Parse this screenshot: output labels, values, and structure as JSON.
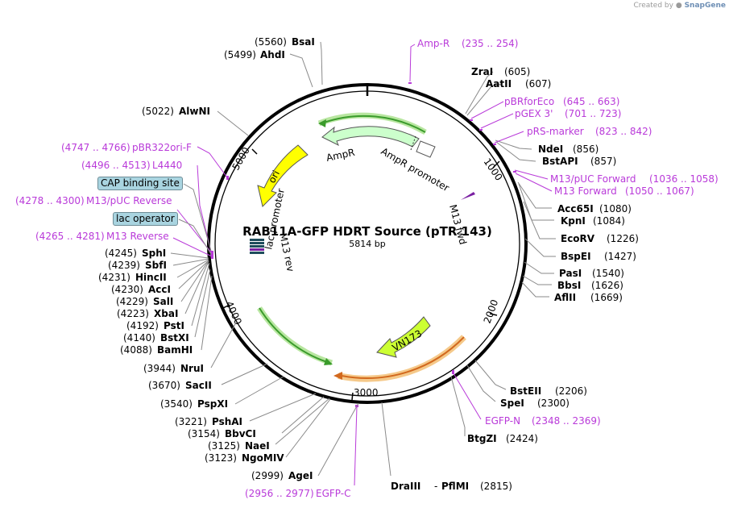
{
  "header": {
    "created_by": "Created by",
    "brand": "SnapGene"
  },
  "plasmid": {
    "name": "RAB11A-GFP HDRT Source (pTR 143)",
    "size": "5814 bp"
  },
  "ticks": [
    "1000",
    "2000",
    "3000",
    "4000",
    "5000"
  ],
  "enzymes": [
    {
      "name": "BsaI",
      "pos": "(5560)"
    },
    {
      "name": "AhdI",
      "pos": "(5499)"
    },
    {
      "name": "AlwNI",
      "pos": "(5022)"
    },
    {
      "name": "ZraI",
      "pos": "(605)"
    },
    {
      "name": "AatII",
      "pos": "(607)"
    },
    {
      "name": "NdeI",
      "pos": "(856)"
    },
    {
      "name": "BstAPI",
      "pos": "(857)"
    },
    {
      "name": "Acc65I",
      "pos": "(1080)"
    },
    {
      "name": "KpnI",
      "pos": "(1084)"
    },
    {
      "name": "EcoRV",
      "pos": "(1226)"
    },
    {
      "name": "BspEI",
      "pos": "(1427)"
    },
    {
      "name": "PasI",
      "pos": "(1540)"
    },
    {
      "name": "BbsI",
      "pos": "(1626)"
    },
    {
      "name": "AflII",
      "pos": "(1669)"
    },
    {
      "name": "BstEII",
      "pos": "(2206)"
    },
    {
      "name": "SpeI",
      "pos": "(2300)"
    },
    {
      "name": "BtgZI",
      "pos": "(2424)"
    },
    {
      "name": "DraIII",
      "pos": ""
    },
    {
      "name": "PflMI",
      "pos": "(2815)"
    },
    {
      "name": "SphI",
      "pos": "(4245)"
    },
    {
      "name": "SbfI",
      "pos": "(4239)"
    },
    {
      "name": "HincII",
      "pos": "(4231)"
    },
    {
      "name": "AccI",
      "pos": "(4230)"
    },
    {
      "name": "SalI",
      "pos": "(4229)"
    },
    {
      "name": "XbaI",
      "pos": "(4223)"
    },
    {
      "name": "PstI",
      "pos": "(4192)"
    },
    {
      "name": "BstXI",
      "pos": "(4140)"
    },
    {
      "name": "BamHI",
      "pos": "(4088)"
    },
    {
      "name": "NruI",
      "pos": "(3944)"
    },
    {
      "name": "SacII",
      "pos": "(3670)"
    },
    {
      "name": "PspXI",
      "pos": "(3540)"
    },
    {
      "name": "PshAI",
      "pos": "(3221)"
    },
    {
      "name": "BbvCI",
      "pos": "(3154)"
    },
    {
      "name": "NaeI",
      "pos": "(3125)"
    },
    {
      "name": "NgoMIV",
      "pos": "(3123)"
    },
    {
      "name": "AgeI",
      "pos": "(2999)"
    }
  ],
  "primers": [
    {
      "name": "Amp-R",
      "range": "(235 .. 254)"
    },
    {
      "name": "pBRforEco",
      "range": "(645 .. 663)"
    },
    {
      "name": "pGEX 3'",
      "range": "(701 .. 723)"
    },
    {
      "name": "pRS-marker",
      "range": "(823 .. 842)"
    },
    {
      "name": "M13/pUC Forward",
      "range": "(1036 .. 1058)"
    },
    {
      "name": "M13 Forward",
      "range": "(1050 .. 1067)"
    },
    {
      "name": "EGFP-N",
      "range": "(2348 .. 2369)"
    },
    {
      "name": "EGFP-C",
      "range": "(2956 .. 2977)"
    },
    {
      "name": "pBR322ori-F",
      "range": "(4747 .. 4766)"
    },
    {
      "name": "L4440",
      "range": "(4496 .. 4513)"
    },
    {
      "name": "M13/pUC Reverse",
      "range": "(4278 .. 4300)"
    },
    {
      "name": "M13 Reverse",
      "range": "(4265 .. 4281)"
    }
  ],
  "boxed_features": [
    {
      "name": "CAP binding site"
    },
    {
      "name": "lac operator"
    }
  ],
  "inner_features": {
    "ori": "ori",
    "ampr": "AmpR",
    "ampr_promoter": "AmpR promoter",
    "m13_fwd": "M13 fwd",
    "lac_promoter": "lac promoter",
    "m13_rev": "M13 rev",
    "vn173": "VN173"
  },
  "colors": {
    "primer": "#b93ad9",
    "ori": "#ffff00",
    "ampr": "#ccffcc",
    "vn173": "#ccff33",
    "green_arc": "#3a9b2b",
    "orange_arc": "#d2691e",
    "box_fill": "#a9d4e0"
  }
}
